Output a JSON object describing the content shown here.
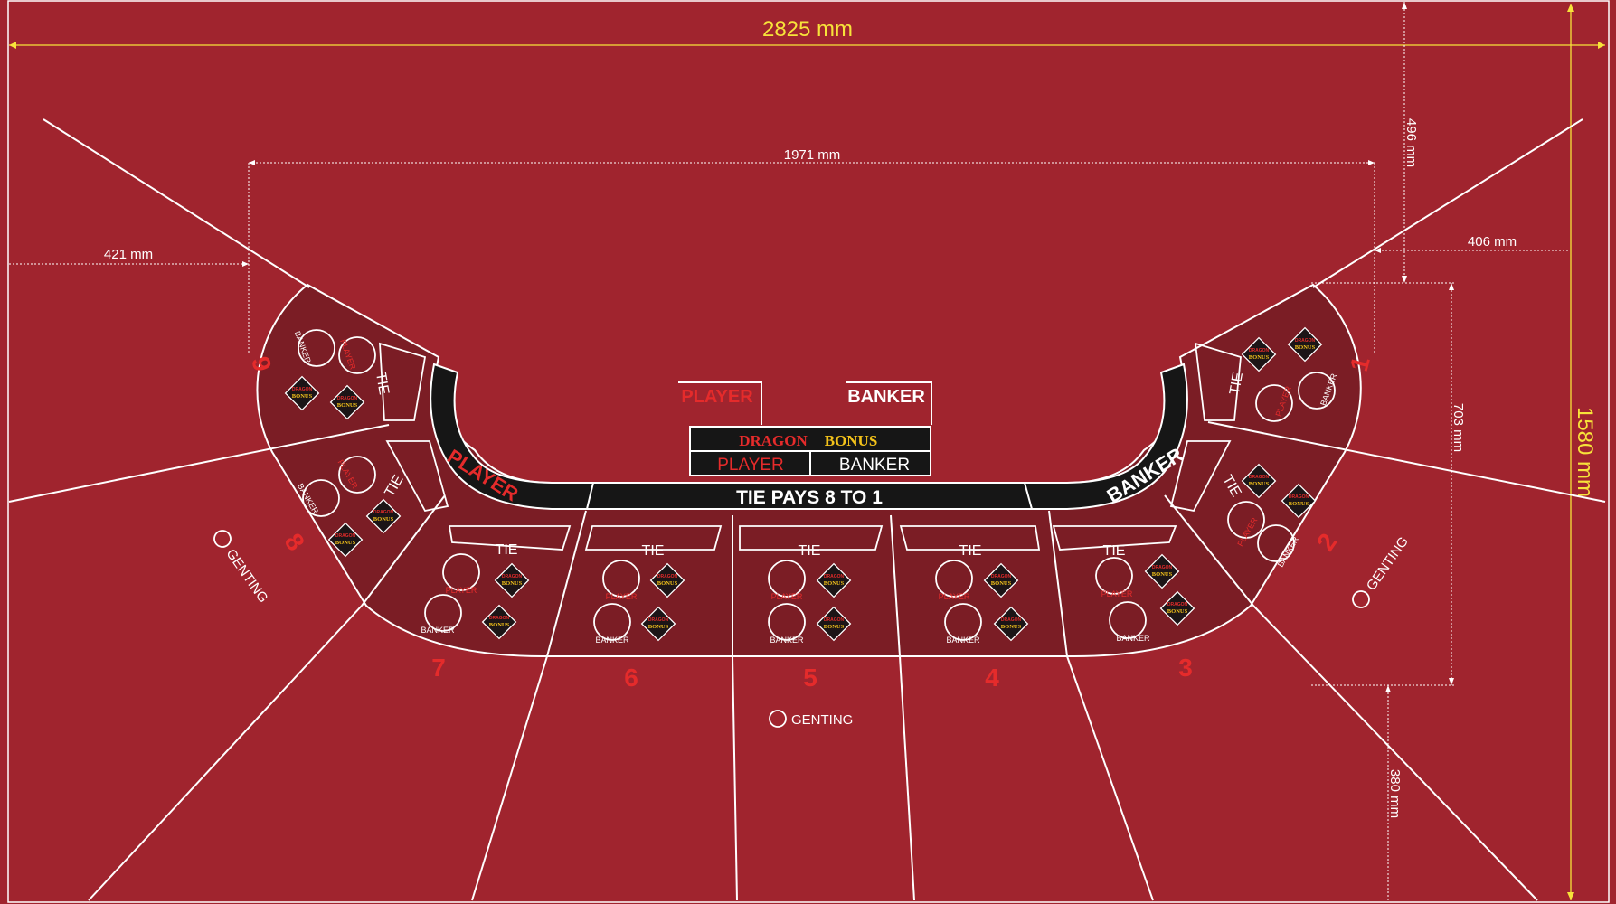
{
  "dimensions": {
    "total_width": "2825 mm",
    "total_height": "1580 mm",
    "inner_width": "1971 mm",
    "left_offset": "421 mm",
    "right_offset": "406 mm",
    "top_offset": "496 mm",
    "table_depth": "703 mm",
    "bottom_offset": "380 mm"
  },
  "top_panel": {
    "player_label": "PLAYER",
    "banker_label": "BANKER",
    "dragon_word": "DRAGON",
    "bonus_word": "BONUS",
    "player_box": "PLAYER",
    "banker_box": "BANKER"
  },
  "rail": {
    "player_label": "PLAYER",
    "banker_label": "BANKER",
    "tie_pays": "TIE PAYS 8 TO 1"
  },
  "seats": [
    {
      "number": "1",
      "tie": "TIE",
      "player": "PLAYER",
      "banker": "BANKER",
      "bonus": "BONUS"
    },
    {
      "number": "2",
      "tie": "TIE",
      "player": "PLAYER",
      "banker": "BANKER",
      "bonus": "BONUS"
    },
    {
      "number": "3",
      "tie": "TIE",
      "player": "PLAYER",
      "banker": "BANKER",
      "bonus": "BONUS"
    },
    {
      "number": "4",
      "tie": "TIE",
      "player": "PLAYER",
      "banker": "BANKER",
      "bonus": "BONUS"
    },
    {
      "number": "5",
      "tie": "TIE",
      "player": "PLAYER",
      "banker": "BANKER",
      "bonus": "BONUS"
    },
    {
      "number": "6",
      "tie": "TIE",
      "player": "PLAYER",
      "banker": "BANKER",
      "bonus": "BONUS"
    },
    {
      "number": "7",
      "tie": "TIE",
      "player": "PLAYER",
      "banker": "BANKER",
      "bonus": "BONUS"
    },
    {
      "number": "8",
      "tie": "TIE",
      "player": "PLAYER",
      "banker": "BANKER",
      "bonus": "BONUS"
    },
    {
      "number": "9",
      "tie": "TIE",
      "player": "PLAYER",
      "banker": "BANKER",
      "bonus": "BONUS"
    }
  ],
  "brand": {
    "logos": [
      {
        "text": "GENTING",
        "icon": "genting-logo-icon"
      },
      {
        "text": "GENTING",
        "icon": "genting-logo-icon"
      },
      {
        "text": "GENTING",
        "icon": "genting-logo-icon"
      }
    ]
  },
  "colors": {
    "felt": "#a0242e",
    "area": "#7b1d25",
    "rail": "#161616",
    "line": "#ffffff",
    "accent_red": "#e52b2b",
    "dim_yellow": "#f7e33a",
    "bonus_gold": "#f3c21a"
  }
}
